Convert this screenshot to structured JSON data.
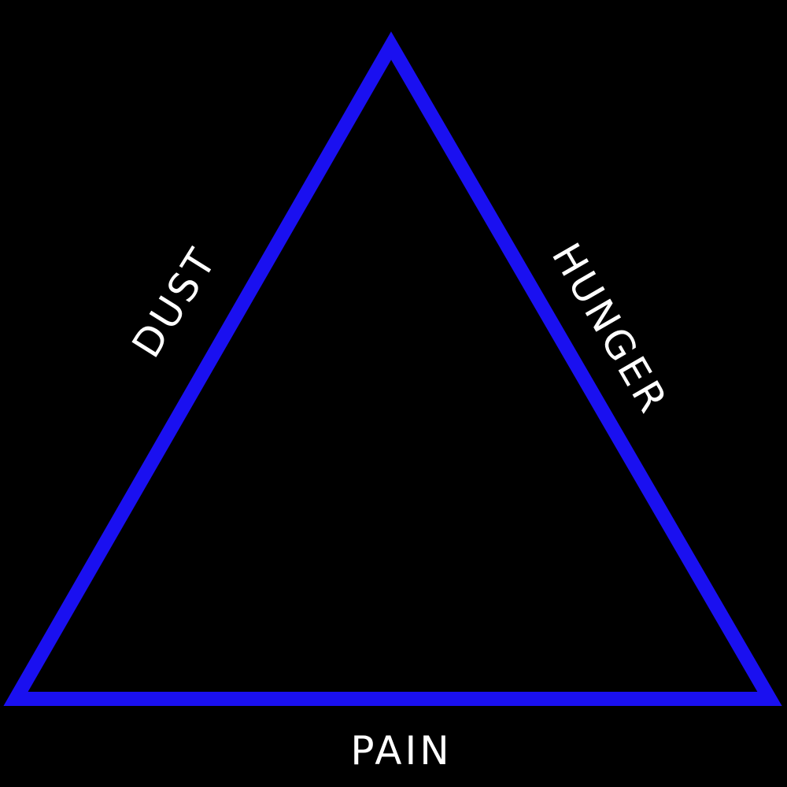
{
  "colors": {
    "background": "#000000",
    "triangle_stroke": "#1a10f0",
    "label": "#ffffff"
  },
  "labels": {
    "left": "DUST",
    "right": "HUNGER",
    "bottom": "PAIN"
  }
}
